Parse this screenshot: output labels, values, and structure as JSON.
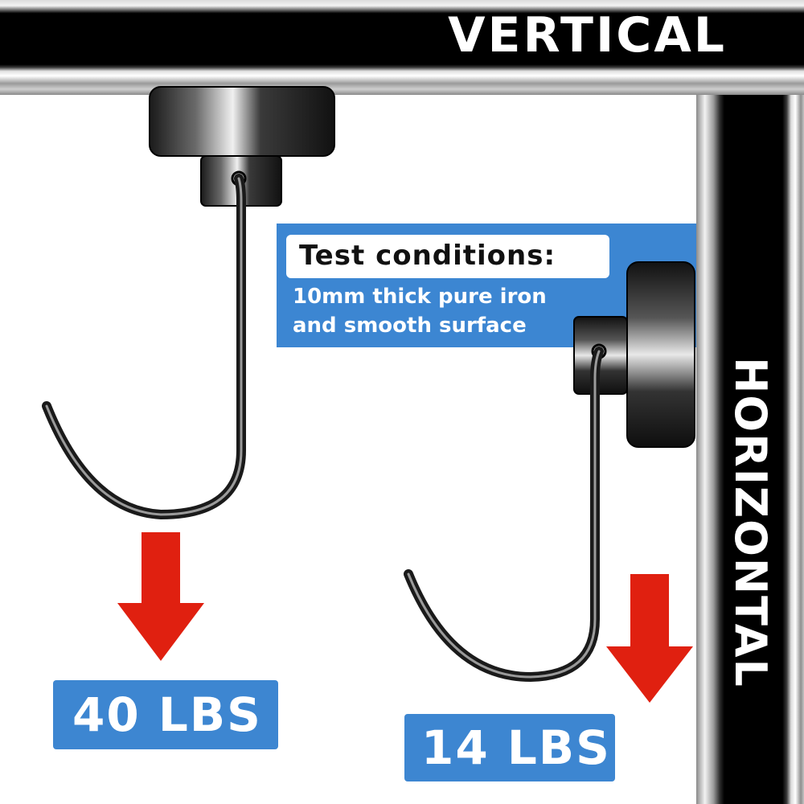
{
  "labels": {
    "vertical": "VERTICAL",
    "horizontal": "HORIZONTAL"
  },
  "test_conditions": {
    "title": "Test conditions:",
    "line1": "10mm thick pure iron",
    "line2": "and smooth surface"
  },
  "badges": {
    "vertical_weight": "40 LBS",
    "horizontal_weight": "14 LBS"
  },
  "colors": {
    "badge_blue": "#3d86d1",
    "arrow_red": "#e02010",
    "bar_black": "#000000"
  },
  "icons": {
    "vertical_magnet": "magnet-hook-icon",
    "horizontal_magnet": "magnet-hook-icon",
    "arrow": "arrow-down-icon"
  }
}
